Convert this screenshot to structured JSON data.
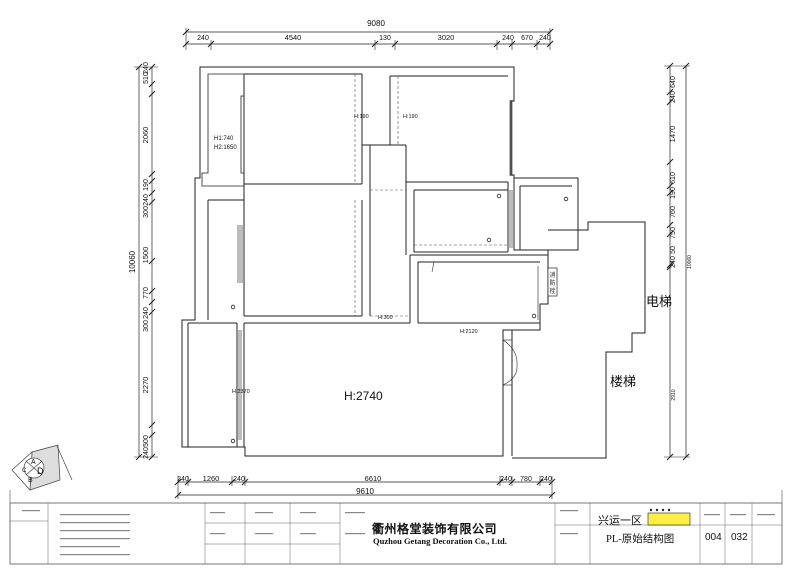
{
  "dims": {
    "top_total": "9080",
    "top": [
      "240",
      "4540",
      "130",
      "3020",
      "240",
      "670",
      "240"
    ],
    "bottom_total": "9610",
    "bottom": [
      "240",
      "1260",
      "240",
      "6610",
      "240",
      "780",
      "240"
    ],
    "left_total": "10060",
    "left": [
      "510",
      "240",
      "2060",
      "190",
      "300",
      "240",
      "1500",
      "770",
      "300",
      "240",
      "2270",
      "240",
      "500"
    ],
    "right_total": "10060",
    "right": [
      "640",
      "240",
      "1470",
      "610",
      "190",
      "760",
      "240",
      "750",
      "50",
      "2910"
    ]
  },
  "heights": {
    "h1": "H1:740",
    "h2": "H2:1650",
    "h190a": "H:190",
    "h190b": "H:190",
    "h300": "H:300",
    "h2120": "H:2120",
    "h2370": "H:2370",
    "h2740": "H:2740"
  },
  "labels": {
    "elevator": "电梯",
    "stairs": "楼梯",
    "fire_hydrant": [
      "消",
      "防",
      "栓"
    ]
  },
  "compass": [
    "A",
    "B",
    "C",
    "D"
  ],
  "title_block": {
    "company_cn": "衢州格堂装饰有限公司",
    "company_en": "Quzhou Getang Decoration Co., Ltd.",
    "project": "兴运一区",
    "drawing_name": "PL-原始结构图",
    "sheet_no": "004",
    "total_no": "032"
  }
}
